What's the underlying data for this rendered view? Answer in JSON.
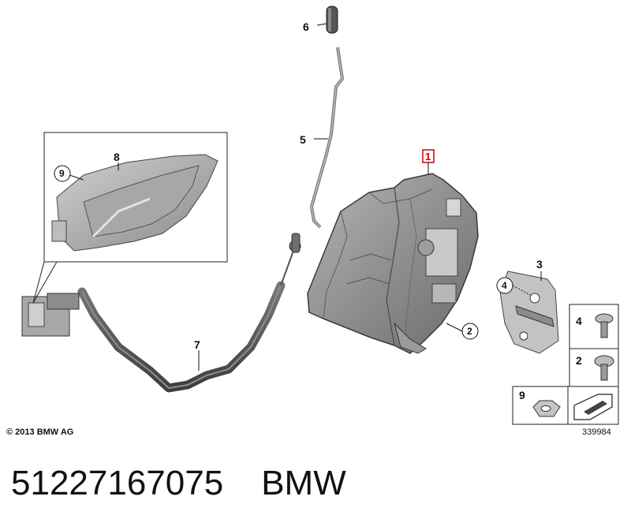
{
  "callouts": {
    "c1": "1",
    "c2": "2",
    "c3": "3",
    "c4": "4",
    "c5": "5",
    "c6": "6",
    "c7": "7",
    "c8": "8",
    "c9": "9",
    "legend_4": "4",
    "legend_2": "2",
    "legend_9": "9"
  },
  "copyright": "© 2013 BMW AG",
  "diagram_id": "339984",
  "footer": {
    "part_number": "51227167075",
    "brand": "BMW"
  },
  "colors": {
    "highlight": "#cc0000",
    "part_dark": "#5a5a5a",
    "part_mid": "#9a9a9a",
    "part_light": "#c8c8c8"
  }
}
